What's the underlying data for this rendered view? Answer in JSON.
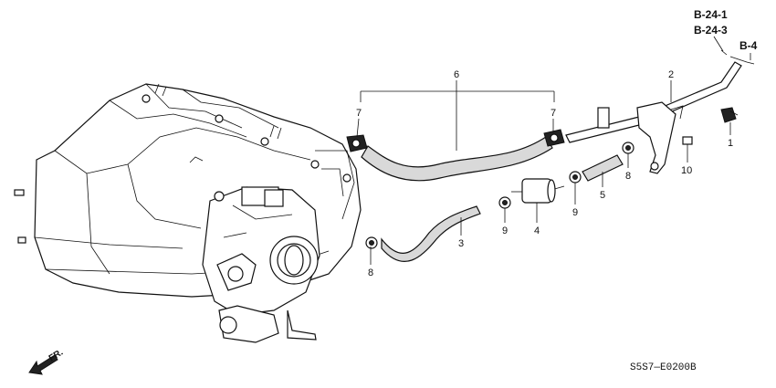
{
  "diagram": {
    "refs": {
      "b24_1": "B-24-1",
      "b24_3": "B-24-3",
      "b4": "B-4"
    },
    "callouts": {
      "c1": "1",
      "c2": "2",
      "c3": "3",
      "c4": "4",
      "c5": "5",
      "c6": "6",
      "c7a": "7",
      "c7b": "7",
      "c8a": "8",
      "c8b": "8",
      "c9a": "9",
      "c9b": "9",
      "c10": "10"
    },
    "direction_label": "FR.",
    "diagram_code": "S5S7—E0200B"
  }
}
